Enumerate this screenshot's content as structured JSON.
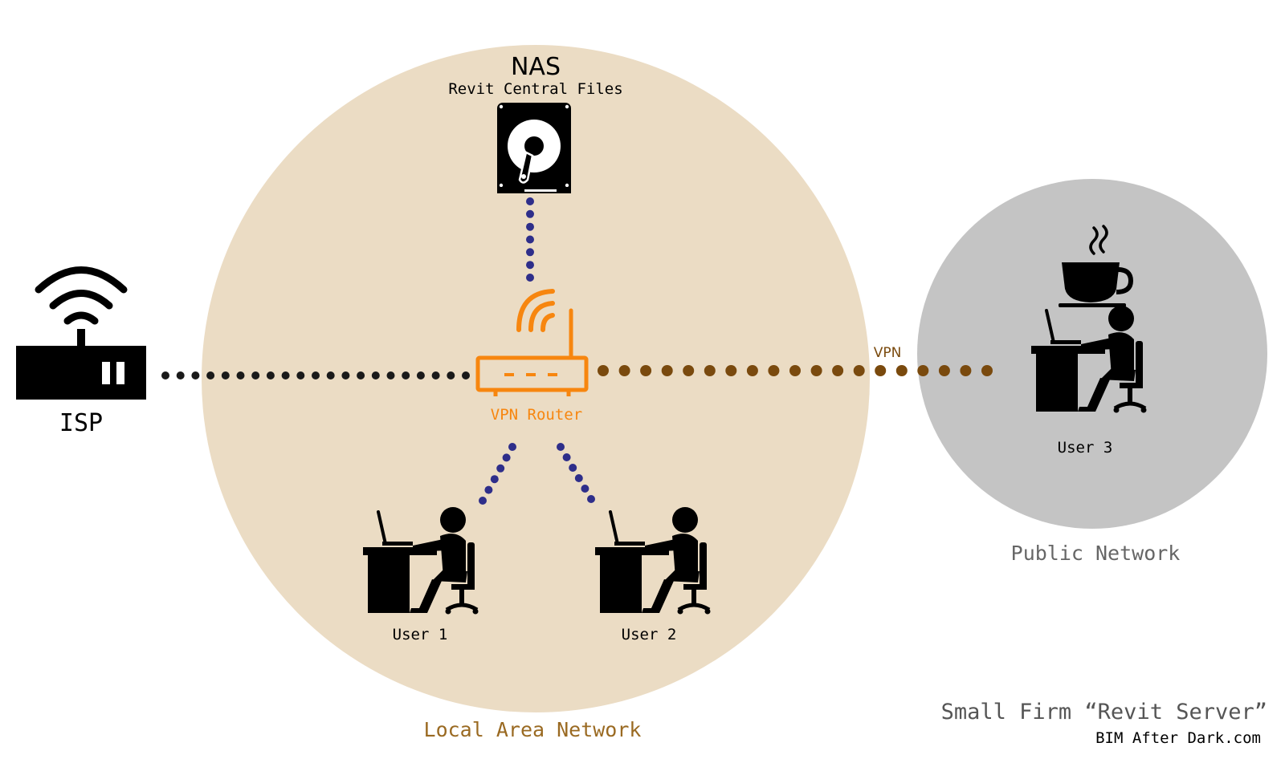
{
  "colors": {
    "lan_fill": "#ebdcc4",
    "public_fill": "#c4c4c4",
    "router": "#f7860f",
    "lan_link": "#2e2e8a",
    "isp_link": "#1a1a1a",
    "vpn_link": "#7a4a0e",
    "lan_label": "#9a6a22",
    "public_label": "#666666",
    "icon": "#000000"
  },
  "nodes": {
    "nas": {
      "title": "NAS",
      "subtitle": "Revit Central Files",
      "icon": "hard-drive-icon"
    },
    "isp": {
      "label": "ISP",
      "icon": "wifi-modem-icon"
    },
    "router": {
      "label": "VPN Router",
      "icon": "router-icon"
    },
    "user1": {
      "label": "User 1",
      "icon": "person-at-desk-icon"
    },
    "user2": {
      "label": "User 2",
      "icon": "person-at-desk-icon"
    },
    "user3": {
      "label": "User 3",
      "icon": "person-at-desk-icon"
    },
    "coffee": {
      "icon": "coffee-cup-icon"
    }
  },
  "links": {
    "vpn_label": "VPN"
  },
  "regions": {
    "lan": "Local Area Network",
    "public": "Public Network"
  },
  "footer": {
    "title": "Small Firm “Revit Server”",
    "credit": "BIM After Dark.com"
  }
}
